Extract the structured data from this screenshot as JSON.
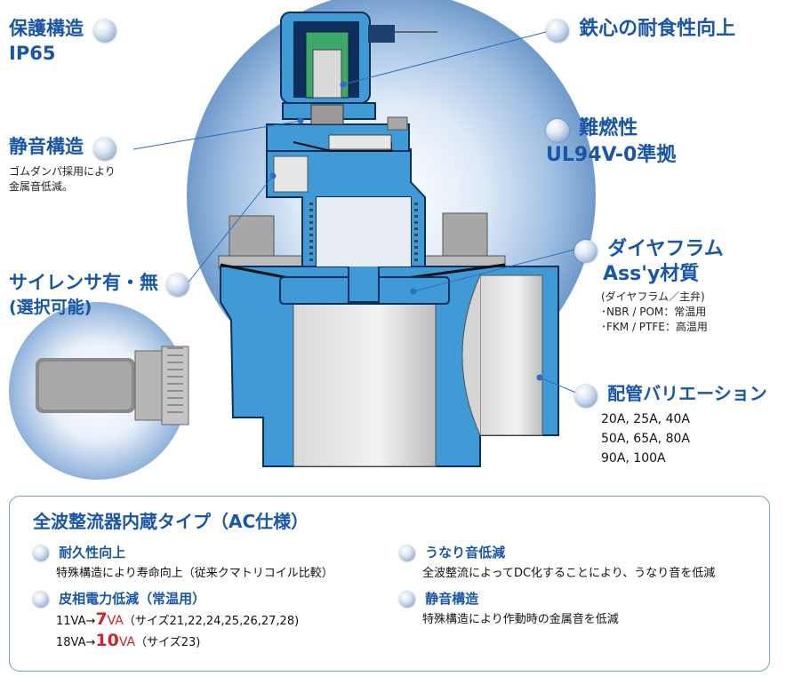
{
  "features": {
    "protection": {
      "title": "保護構造",
      "sub": "IP65"
    },
    "iron_core": {
      "title": "鉄心の耐食性向上"
    },
    "quiet": {
      "title": "静音構造",
      "desc1": "ゴムダンパ採用により",
      "desc2": "金属音低減。"
    },
    "flame": {
      "title": "難燃性",
      "sub": "UL94V-0準拠"
    },
    "silencer": {
      "title": "サイレンサ有・無",
      "sub": "(選択可能)"
    },
    "diaphragm": {
      "title": "ダイヤフラム",
      "sub": "Ass'y材質",
      "note": "(ダイヤフラム／主弁)",
      "line1": "･NBR / POM：常温用",
      "line2": "･FKM / PTFE：高温用"
    },
    "piping": {
      "title": "配管バリエーション",
      "line1": "20A, 25A, 40A",
      "line2": "50A, 65A, 80A",
      "line3": "90A, 100A"
    }
  },
  "box": {
    "title": "全波整流器内蔵タイプ（AC仕様）",
    "durability": {
      "title": "耐久性向上",
      "desc": "特殊構造により寿命向上（従来クマトリコイル比較）"
    },
    "power": {
      "title": "皮相電力低減（常温用）",
      "row1_a": "11VA→",
      "row1_val": "7",
      "row1_unit": "VA",
      "row1_note": "（サイズ21,22,24,25,26,27,28)",
      "row2_a": "18VA→",
      "row2_val": "10",
      "row2_unit": "VA",
      "row2_note": "（サイズ23)"
    },
    "hum": {
      "title": "うなり音低減",
      "desc": "全波整流によってDC化することにより、うなり音を低減"
    },
    "quiet": {
      "title": "静音構造",
      "desc": "特殊構造により作動時の金属音を低減"
    }
  },
  "colors": {
    "accent": "#1a56a8",
    "valve": "#3f9ad6",
    "red": "#d2232a",
    "coil": "#3ea86b"
  }
}
